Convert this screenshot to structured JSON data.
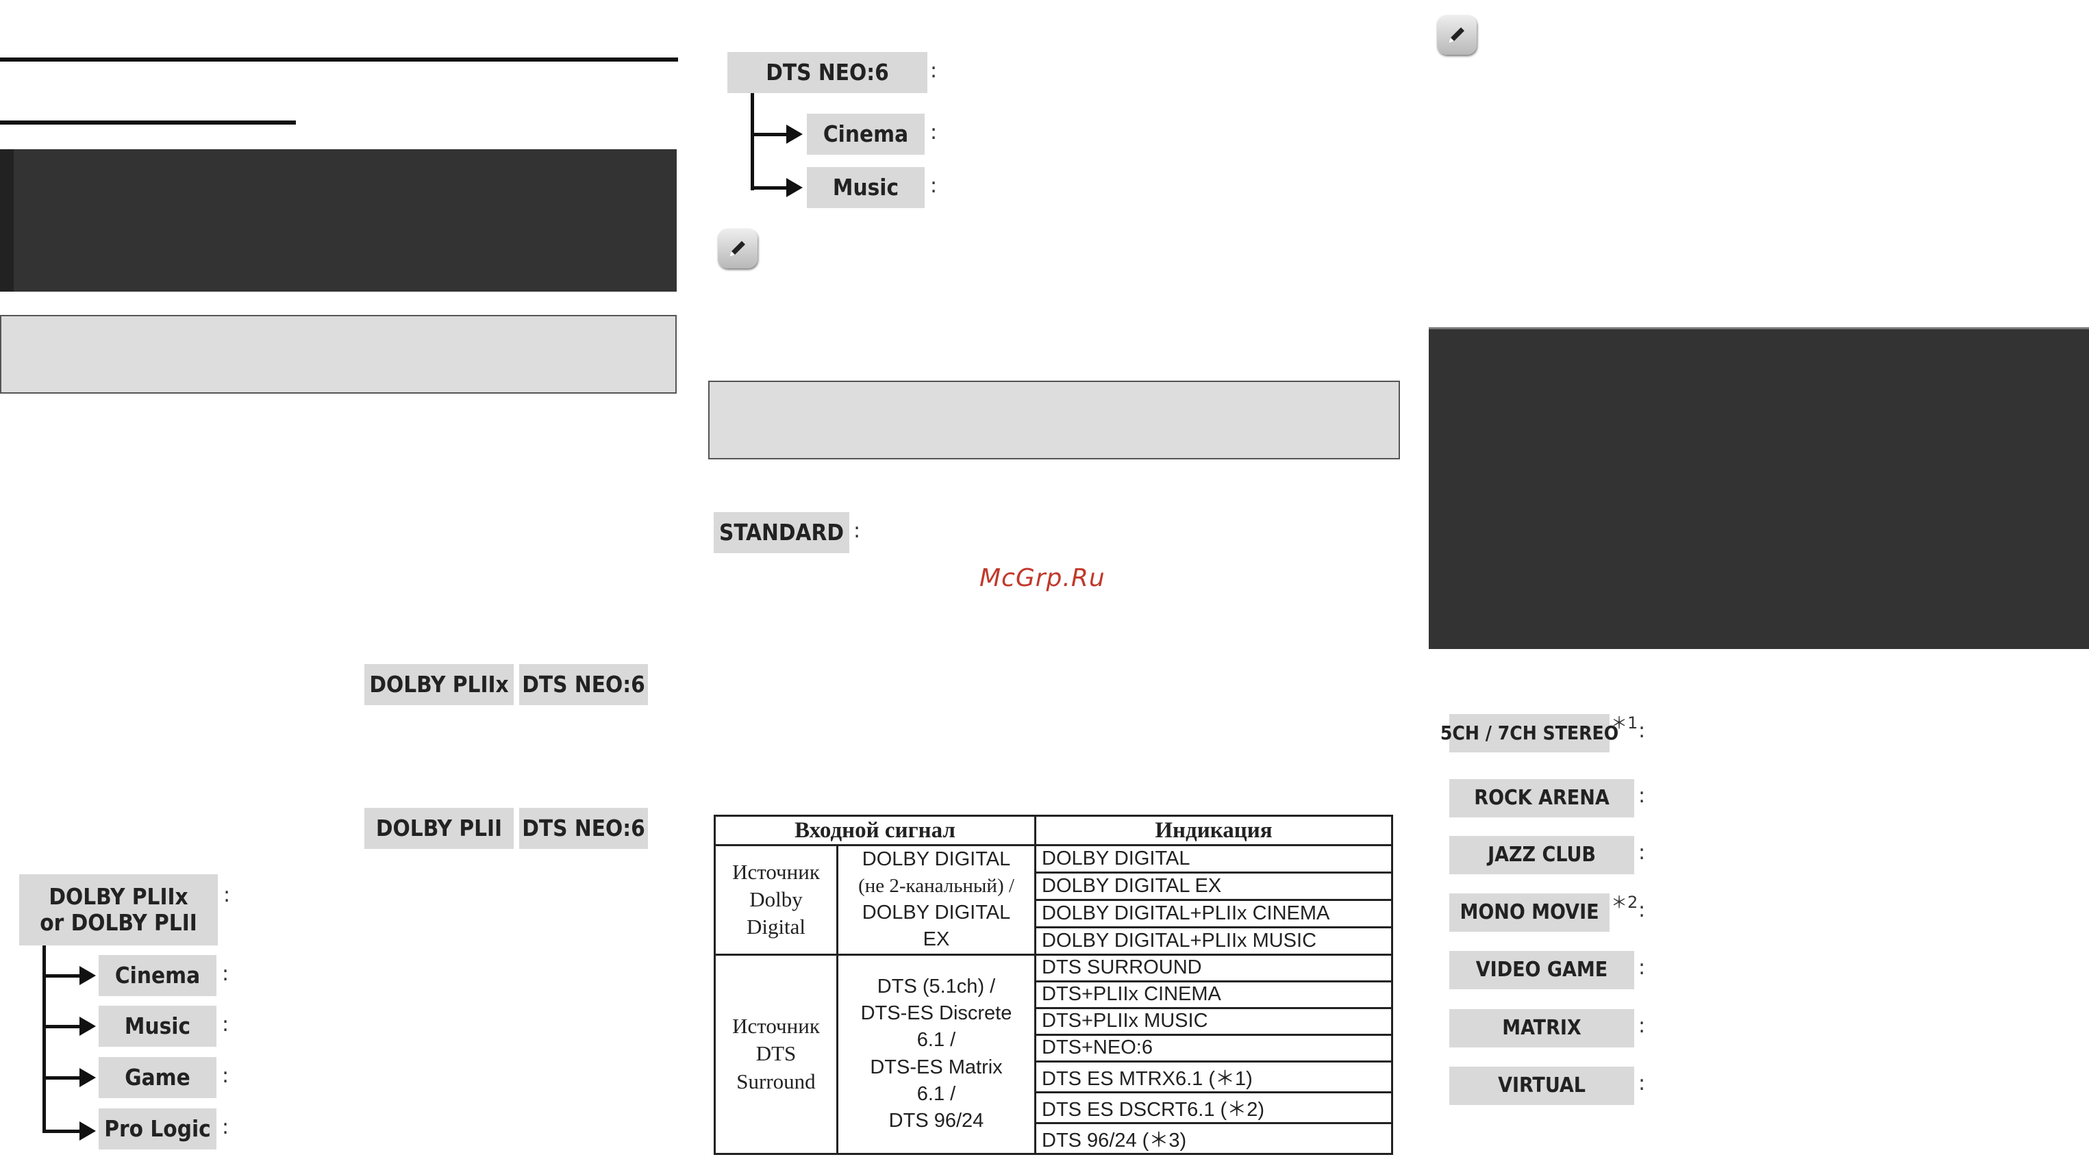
{
  "watermark": "McGrp.Ru",
  "col1": {
    "tags_row1": [
      "DOLBY PLIIx",
      "DTS NEO:6"
    ],
    "tags_row2": [
      "DOLBY PLII",
      "DTS NEO:6"
    ],
    "tree_root_line1": "DOLBY PLIIx",
    "tree_root_line2": "or DOLBY PLII",
    "tree_children": [
      "Cinema",
      "Music",
      "Game",
      "Pro Logic"
    ]
  },
  "col2": {
    "tree_root": "DTS NEO:6",
    "tree_children": [
      "Cinema",
      "Music"
    ],
    "standard_tag": "STANDARD",
    "table": {
      "headers": [
        "Входной сигнал",
        "Индикация"
      ],
      "group1": {
        "source": [
          "Источник",
          "Dolby",
          "Digital"
        ],
        "input": [
          "DOLBY DIGITAL",
          "(не 2-канальный) /",
          "DOLBY DIGITAL",
          "EX"
        ],
        "indications": [
          "DOLBY DIGITAL",
          "DOLBY DIGITAL EX",
          "DOLBY DIGITAL+PLIIx CINEMA",
          "DOLBY DIGITAL+PLIIx MUSIC"
        ]
      },
      "group2": {
        "source": [
          "Источник",
          "DTS",
          "Surround"
        ],
        "input": [
          "DTS (5.1ch) /",
          "DTS-ES Discrete",
          "6.1 /",
          "DTS-ES Matrix",
          "6.1 /",
          "DTS 96/24"
        ],
        "indications": [
          "DTS SURROUND",
          "DTS+PLIIx CINEMA",
          "DTS+PLIIx MUSIC",
          "DTS+NEO:6",
          "DTS ES MTRX6.1 (＊1)",
          "DTS ES DSCRT6.1 (＊2)",
          "DTS 96/24 (＊3)"
        ]
      }
    }
  },
  "col3": {
    "modes": [
      "5CH / 7CH STEREO",
      "ROCK ARENA",
      "JAZZ CLUB",
      "MONO MOVIE",
      "VIDEO GAME",
      "MATRIX",
      "VIRTUAL"
    ],
    "footnote_marks": [
      "＊1",
      "＊2"
    ]
  },
  "colon": ":",
  "icons": [
    "pencil-note-icon"
  ],
  "colors": {
    "dark_band": "#333333",
    "grey_band": "#dddddd",
    "tag_bg": "#d9d9d9",
    "watermark": "#c0392b"
  }
}
